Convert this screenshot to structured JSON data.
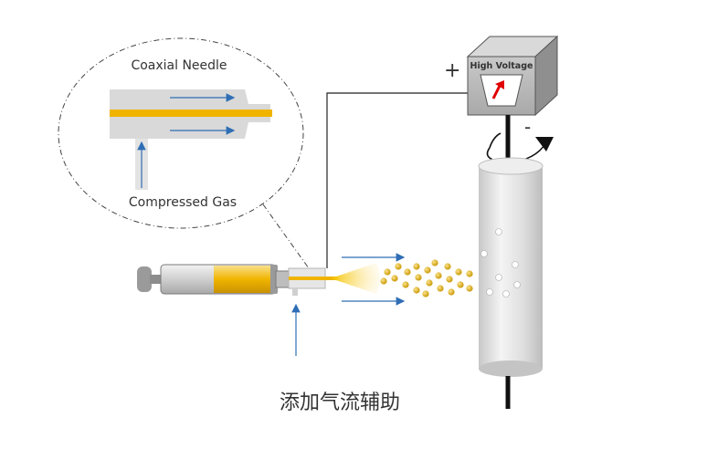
{
  "labels": {
    "coaxial_needle": "Coaxial Needle",
    "compressed_gas": "Compressed Gas",
    "high_voltage": "High Voltage",
    "plus_sign": "+",
    "minus_sign": "-",
    "caption": "添加气流辅助"
  },
  "colors": {
    "liquid_core": "#f0b400",
    "droplet": "#d9a600",
    "gas_arrow": "#2f6eb5",
    "needle_gray": "#d9d9d9",
    "collector_gray": "#dcdcdc",
    "indicator_arrow": "#e00000"
  }
}
